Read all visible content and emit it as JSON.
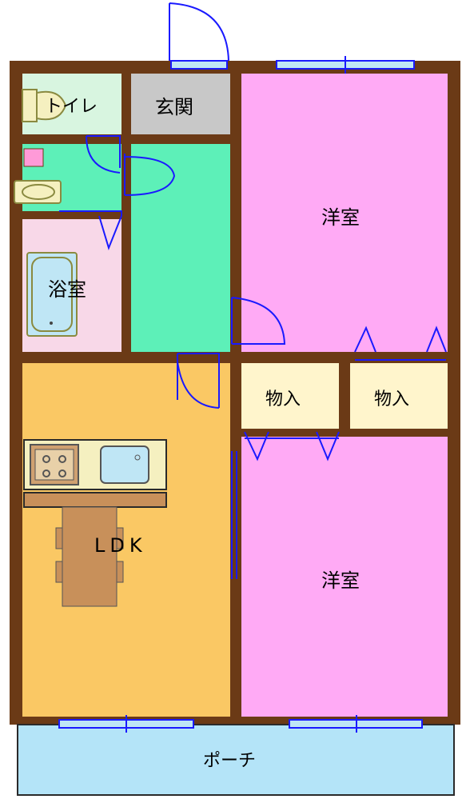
{
  "rooms": {
    "toilet": "トイレ",
    "entrance": "玄関",
    "bath": "浴室",
    "western_room_top": "洋室",
    "closet_left": "物入",
    "closet_right": "物入",
    "ldk": "LDK",
    "western_room_bottom": "洋室",
    "porch": "ポーチ"
  },
  "colors": {
    "wall": "#6b3a16",
    "western_room": "#ffaaf5",
    "corridor": "#5df0b8",
    "ldk": "#fac864",
    "closet": "#fff5cc",
    "bath": "#f8d8e8",
    "toilet": "#d8f5e0",
    "entrance": "#c8c8c8",
    "porch": "#b4e4f8",
    "door_line": "#1a1aff"
  }
}
